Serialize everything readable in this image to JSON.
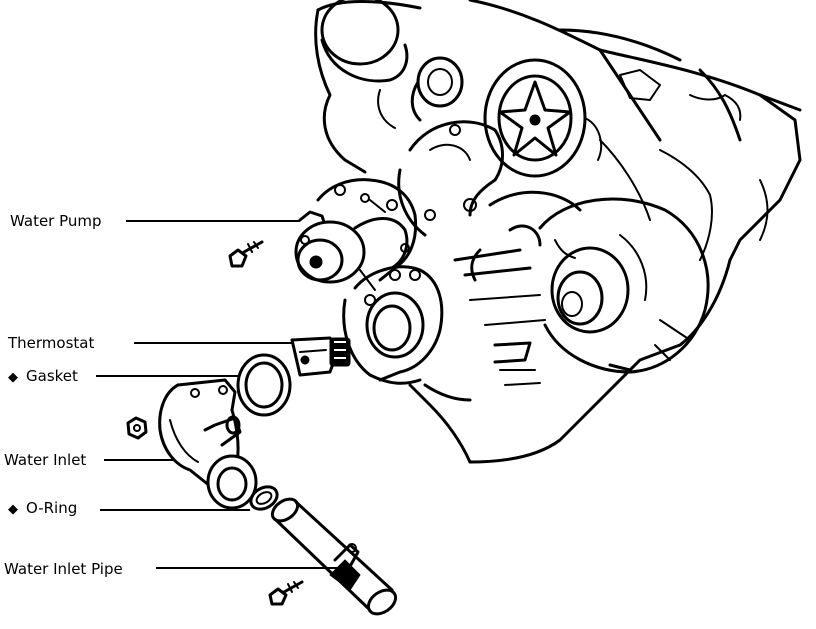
{
  "diagram": {
    "labels": {
      "water_pump": "Water Pump",
      "thermostat": "Thermostat",
      "gasket": "Gasket",
      "water_inlet": "Water Inlet",
      "o_ring": "O-Ring",
      "water_inlet_pipe": "Water Inlet Pipe"
    },
    "bullet_symbol": "◆",
    "replace_marker_on": [
      "gasket",
      "o_ring"
    ]
  }
}
